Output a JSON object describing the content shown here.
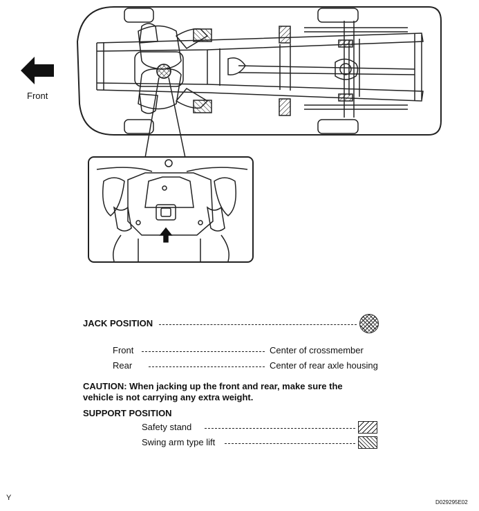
{
  "front_label": "Front",
  "legend": {
    "jack_title": "JACK POSITION",
    "jack_front_label": "Front",
    "jack_front_value": "Center of crossmember",
    "jack_rear_label": "Rear",
    "jack_rear_value": "Center of rear axle housing",
    "caution_line1": "CAUTION: When jacking up the front and rear, make sure the",
    "caution_line2": "vehicle is not carrying any extra weight.",
    "support_title": "SUPPORT POSITION",
    "safety_stand": "Safety stand",
    "swing_arm": "Swing arm type lift"
  },
  "footer": {
    "left_code": "Y",
    "right_code": "D029295E02"
  },
  "icons": {
    "front_arrow": "left-arrow-icon",
    "jack_symbol": "crosshatch-circle-icon",
    "safety_stand_symbol": "hatched-rect-icon",
    "swing_arm_symbol": "fine-hatched-rect-icon"
  }
}
